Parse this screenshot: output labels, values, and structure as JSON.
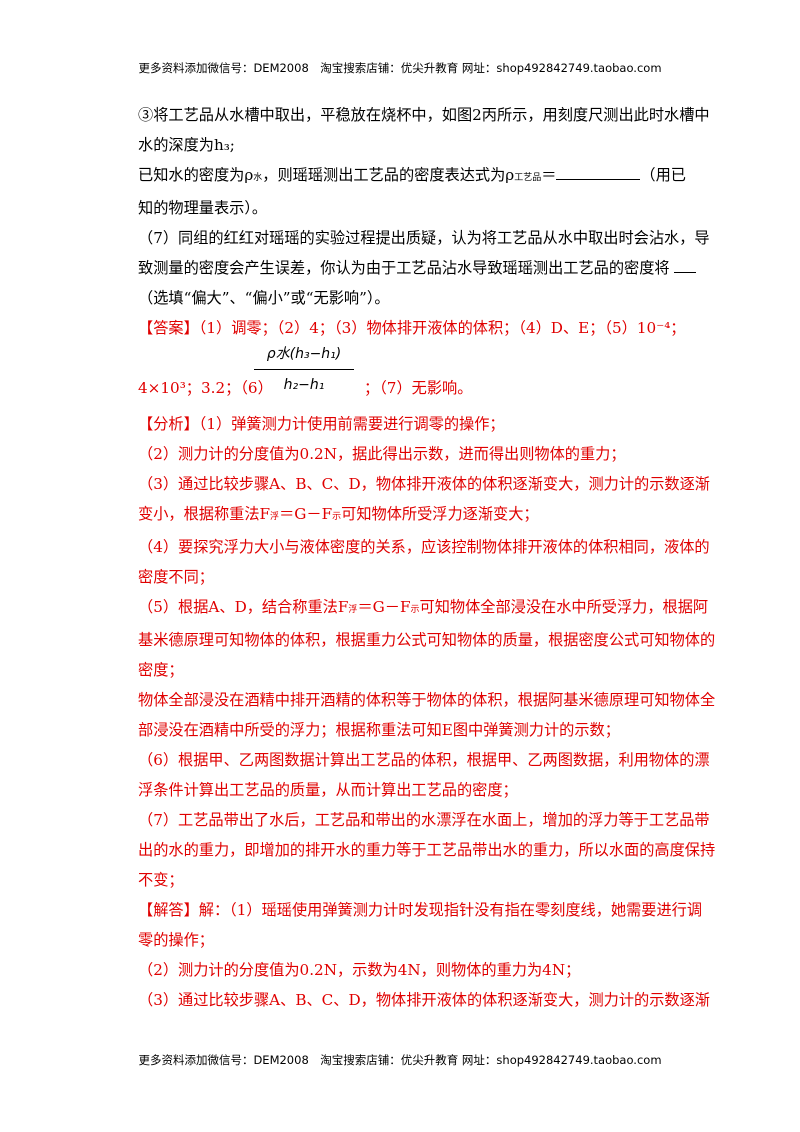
{
  "header": "更多资料添加微信号：DEM2008　淘宝搜索店铺：优尖升教育 网址：shop492842749.taobao.com",
  "footer": "更多资料添加微信号：DEM2008　淘宝搜索店铺：优尖升教育 网址：shop492842749.taobao.com",
  "lines": {
    "l1": "③将工艺品从水槽中取出，平稳放在烧杯中，如图2丙所示，用刻度尺测出此时水槽中",
    "l2": "水的深度为h₃;",
    "l3a": "已知水的密度为ρ",
    "l3b": "水",
    "l3c": "，则瑶瑶测出工艺品的密度表达式为ρ",
    "l3d": "工艺品",
    "l3e": "＝",
    "l3f": "（用已",
    "l4": "知的物理量表示）。",
    "l5": "（7）同组的红红对瑶瑶的实验过程提出质疑，认为将工艺品从水中取出时会沾水，导",
    "l6": "致测量的密度会产生误差，你认为由于工艺品沾水导致瑶瑶测出工艺品的密度将",
    "l7": "（选填“偏大”、“偏小”或“无影响”）。",
    "ans1": "【答案】（1）调零；（2）4；（3）物体排开液体的体积；（4）D、E；（5）10⁻⁴；",
    "ans2a": "4×10³；3.2；（6）",
    "frac_num": "ρ水(h₃−h₁)",
    "frac_den": "h₂−h₁",
    "ans2b": "；（7）无影响。",
    "a1": "【分析】（1）弹簧测力计使用前需要进行调零的操作；",
    "a2": "（2）测力计的分度值为0.2N，据此得出示数，进而得出则物体的重力；",
    "a3": "（3）通过比较步骤A、B、C、D，物体排开液体的体积逐渐变大，测力计的示数逐渐",
    "a4a": "变小，根据称重法F",
    "a4b": "浮",
    "a4c": "＝G－F",
    "a4d": "示",
    "a4e": "可知物体所受浮力逐渐变大；",
    "a5": "（4）要探究浮力大小与液体密度的关系，应该控制物体排开液体的体积相同，液体的",
    "a6": "密度不同；",
    "a7a": "（5）根据A、D，结合称重法F",
    "a7b": "浮",
    "a7c": "＝G－F",
    "a7d": "示",
    "a7e": "可知物体全部浸没在水中所受浮力，根据阿",
    "a8": "基米德原理可知物体的体积，根据重力公式可知物体的质量，根据密度公式可知物体的",
    "a9": "密度；",
    "a10": "物体全部浸没在酒精中排开酒精的体积等于物体的体积，根据阿基米德原理可知物体全",
    "a11": "部浸没在酒精中所受的浮力；根据称重法可知E图中弹簧测力计的示数；",
    "a12": "（6）根据甲、乙两图数据计算出工艺品的体积，根据甲、乙两图数据，利用物体的漂",
    "a13": "浮条件计算出工艺品的质量，从而计算出工艺品的密度；",
    "a14": "（7）工艺品带出了水后，工艺品和带出的水漂浮在水面上，增加的浮力等于工艺品带",
    "a15": "出的水的重力，即增加的排开水的重力等于工艺品带出水的重力，所以水面的高度保持",
    "a16": "不变；",
    "s1": "【解答】解：（1）瑶瑶使用弹簧测力计时发现指针没有指在零刻度线，她需要进行调",
    "s2": "零的操作；",
    "s3": "（2）测力计的分度值为0.2N，示数为4N，则物体的重力为4N；",
    "s4": "（3）通过比较步骤A、B、C、D，物体排开液体的体积逐渐变大，测力计的示数逐渐"
  }
}
